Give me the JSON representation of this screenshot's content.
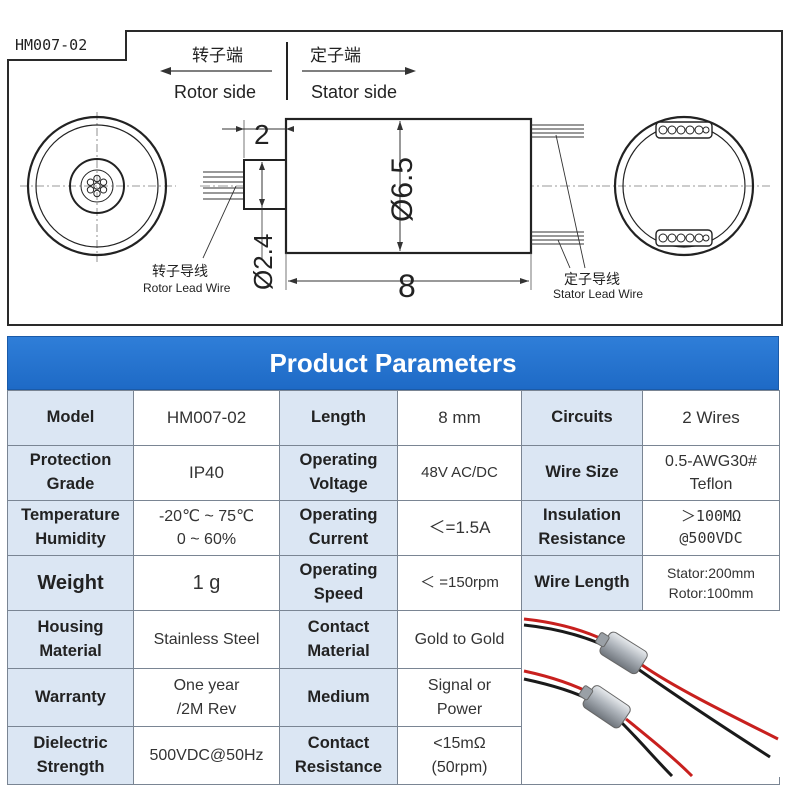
{
  "drawing": {
    "model": "HM007-02",
    "rotor_side_cn": "转子端",
    "rotor_side_en": "Rotor side",
    "stator_side_cn": "定子端",
    "stator_side_en": "Stator side",
    "dim_2": "2",
    "dim_6_5": "Ø6.5",
    "dim_2_4": "Ø2.4",
    "dim_8": "8",
    "rotor_lead_cn": "转子导线",
    "rotor_lead_en": "Rotor Lead Wire",
    "stator_lead_cn": "定子导线",
    "stator_lead_en": "Stator Lead Wire"
  },
  "params": {
    "title": "Product Parameters",
    "rows": [
      [
        {
          "l1": "Model"
        },
        {
          "v1": "HM007-02"
        },
        {
          "l1": "Length"
        },
        {
          "v1": "8 mm"
        },
        {
          "l1": "Circuits"
        },
        {
          "v1": "2 Wires"
        }
      ],
      [
        {
          "l1": "Protection",
          "l2": "Grade"
        },
        {
          "v1": "IP40"
        },
        {
          "l1": "Operating",
          "l2": "Voltage"
        },
        {
          "v1": "48V AC/DC"
        },
        {
          "l1": "Wire Size"
        },
        {
          "v1": "0.5-AWG30#",
          "v2": "Teflon"
        }
      ],
      [
        {
          "l1": "Temperature",
          "l2": "Humidity"
        },
        {
          "v1": "-20℃ ~ 75℃",
          "v2": "0 ~ 60%"
        },
        {
          "l1": "Operating",
          "l2": "Current"
        },
        {
          "v1": "＜=1.5A"
        },
        {
          "l1": "Insulation",
          "l2": "Resistance"
        },
        {
          "v1": "＞100MΩ",
          "v2": "@500VDC"
        }
      ],
      [
        {
          "l1": "Weight"
        },
        {
          "v1": "1 g"
        },
        {
          "l1": "Operating",
          "l2": "Speed"
        },
        {
          "v1": "＜ =150rpm"
        },
        {
          "l1": "Wire Length"
        },
        {
          "v1": "Stator:200mm",
          "v2": "Rotor:100mm"
        }
      ],
      [
        {
          "l1": "Housing",
          "l2": "Material"
        },
        {
          "v1": "Stainless Steel"
        },
        {
          "l1": "Contact",
          "l2": "Material"
        },
        {
          "v1": "Gold to Gold"
        }
      ],
      [
        {
          "l1": "Warranty"
        },
        {
          "v1": "One year",
          "v2": "/2M Rev"
        },
        {
          "l1": "Medium"
        },
        {
          "v1": "Signal or",
          "v2": "Power"
        }
      ],
      [
        {
          "l1": "Dielectric",
          "l2": "Strength"
        },
        {
          "v1": "500VDC@50Hz"
        },
        {
          "l1": "Contact",
          "l2": "Resistance"
        },
        {
          "v1": "<15mΩ",
          "v2": "(50rpm)"
        }
      ]
    ]
  },
  "colors": {
    "header_blue": "#2677d2",
    "label_bg": "#dbe6f3",
    "wire_red": "#c8201e",
    "wire_black": "#1a1a1a"
  }
}
